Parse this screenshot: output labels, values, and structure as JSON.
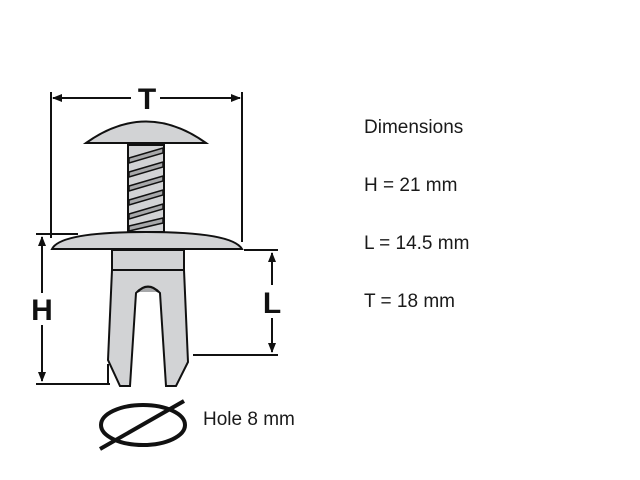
{
  "diagram": {
    "subject": "Push-type rivet / trim clip",
    "dimension_letters": {
      "T": "T",
      "H": "H",
      "L": "L"
    },
    "colors": {
      "part_fill": "#d2d3d5",
      "stroke": "#111111",
      "thread_fill": "#a7a8aa"
    }
  },
  "specs": {
    "heading": "Dimensions",
    "items": [
      {
        "label": "H = 21 mm"
      },
      {
        "label": "L = 14.5 mm"
      },
      {
        "label": "T = 18 mm"
      }
    ]
  },
  "hole": {
    "icon": "diameter-symbol",
    "label": "Hole 8 mm"
  }
}
